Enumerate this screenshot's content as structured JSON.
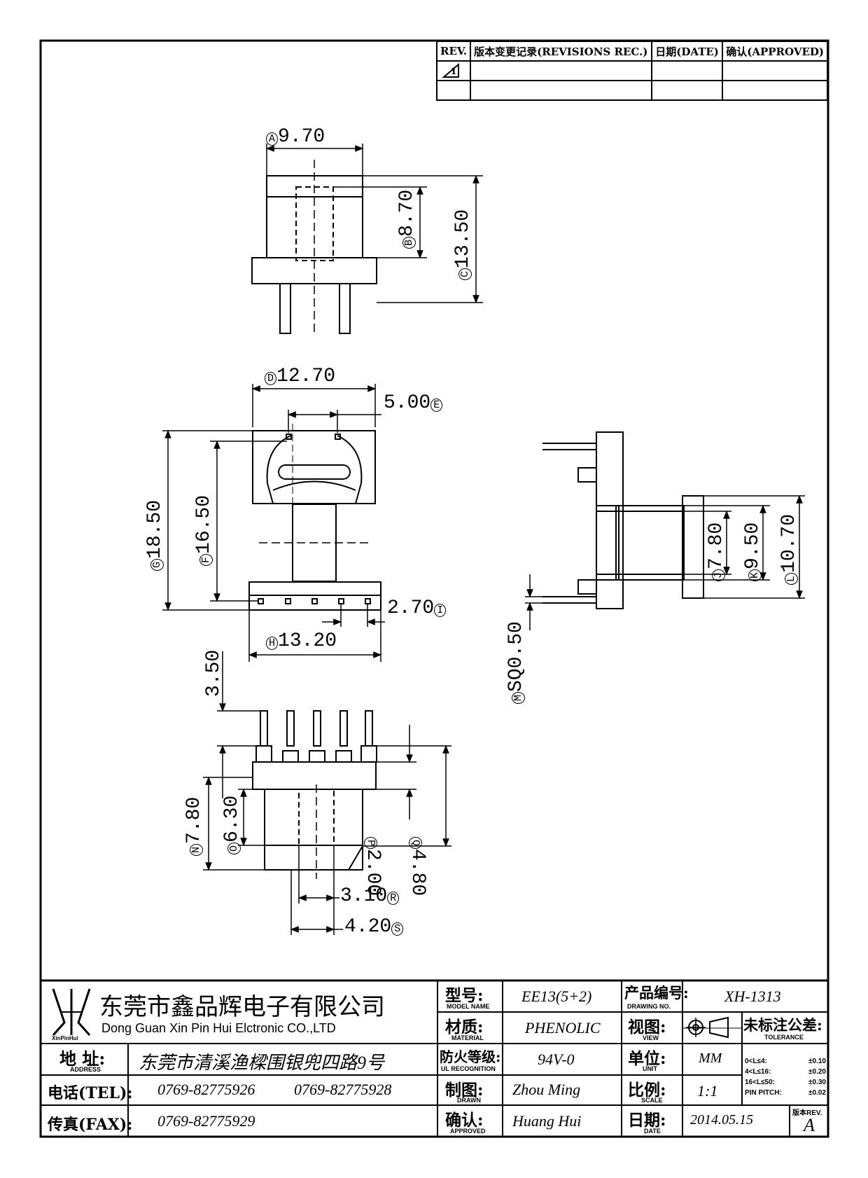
{
  "revisions": {
    "headers": {
      "rev": "REV.",
      "record": "版本变更记录(REVISIONS REC.)",
      "date": "日期(DATE)",
      "approved": "确认(APPROVED)"
    },
    "rows": [
      {
        "rev": "1",
        "record": "",
        "date": "",
        "approved": ""
      },
      {
        "rev": "",
        "record": "",
        "date": "",
        "approved": ""
      }
    ]
  },
  "dimensions": {
    "A": "9.70",
    "B": "8.70",
    "C": "13.50",
    "D": "12.70",
    "E": "5.00",
    "G": "18.50",
    "F": "16.50",
    "I": "2.70",
    "H": "13.20",
    "pin_len": "3.50",
    "J": "7.80",
    "K": "9.50",
    "L": "10.70",
    "M": "SQ0.50",
    "N": "7.80",
    "O": "6.30",
    "P": "2.00",
    "Q": "4.80",
    "R": "3.10",
    "S": "4.20"
  },
  "dimension_letters": [
    "A",
    "B",
    "C",
    "D",
    "E",
    "F",
    "G",
    "H",
    "I",
    "J",
    "K",
    "L",
    "M",
    "N",
    "O",
    "P",
    "Q",
    "R",
    "S"
  ],
  "title_block": {
    "company_cn": "东莞市鑫品辉电子有限公司",
    "company_en": "Dong Guan Xin Pin Hui Elctronic CO.,LTD",
    "logo_text": "XinPinHui",
    "address_label": "地  址:",
    "address_label_en": "ADDRESS",
    "address": "东莞市清溪渔樑围银兜四路9号",
    "tel_label": "电话(TEL):",
    "tel1": "0769-82775926",
    "tel2": "0769-82775928",
    "fax_label": "传真(FAX):",
    "fax": "0769-82775929",
    "model_label": "型号:",
    "model_label_en": "MODEL NAME",
    "model": "EE13(5+2)",
    "material_label": "材质:",
    "material_label_en": "MATERIAL",
    "material": "PHENOLIC",
    "ul_label": "防火等级:",
    "ul_label_en": "UL RECOGNITION",
    "ul": "94V-0",
    "drawn_label": "制图:",
    "drawn_label_en": "DRAWN",
    "drawn": "Zhou Ming",
    "approved_label": "确认:",
    "approved_label_en": "APPROVED",
    "approved": "Huang Hui",
    "drawing_no_label": "产品编号:",
    "drawing_no_label_en": "DRAWING NO.",
    "drawing_no": "XH-1313",
    "view_label": "视图:",
    "view_label_en": "VIEW",
    "unit_label": "单位:",
    "unit_label_en": "UNIT",
    "unit": "MM",
    "scale_label": "比例:",
    "scale_label_en": "SCALE",
    "scale": "1:1",
    "date_label": "日期:",
    "date_label_en": "DATE",
    "date": "2014.05.15",
    "tolerance_label": "未标注公差:",
    "tolerance_label_en": "TOLERANCE",
    "tolerances": [
      {
        "range": "0<L≤4:",
        "value": "±0.10"
      },
      {
        "range": "4<L≤16:",
        "value": "±0.20"
      },
      {
        "range": "16<L≤50:",
        "value": "±0.30"
      },
      {
        "range": "PIN PITCH:",
        "value": "±0.02"
      }
    ],
    "rev_label": "版本REV.",
    "rev": "A"
  }
}
